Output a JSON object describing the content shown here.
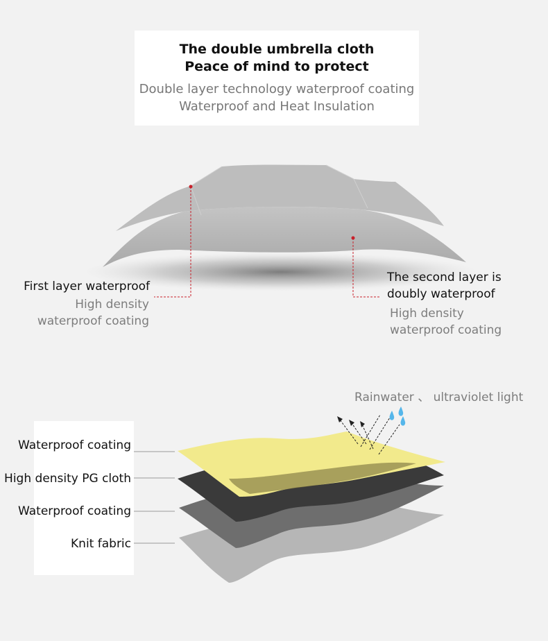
{
  "header": {
    "title_line1": "The double umbrella cloth",
    "title_line2": "Peace of mind to protect",
    "subtitle_line1": "Double layer technology waterproof coating",
    "subtitle_line2": "Waterproof and Heat Insulation"
  },
  "umbrella": {
    "first_layer": {
      "title": "First layer waterproof",
      "desc_line1": "High density",
      "desc_line2": "waterproof coating"
    },
    "second_layer": {
      "title_line1": "The second layer is",
      "title_line2": "doubly waterproof",
      "desc_line1": "High density",
      "desc_line2": "waterproof coating"
    }
  },
  "layers": {
    "rain_label": "Rainwater 、 ultraviolet light",
    "items": [
      {
        "label": "Waterproof coating",
        "color": "#f0e88a"
      },
      {
        "label": "High density PG cloth",
        "color": "#3a3a3a"
      },
      {
        "label": "Waterproof coating",
        "color": "#6f6f6f"
      },
      {
        "label": "Knit fabric",
        "color": "#b3b3b3"
      }
    ]
  },
  "colors": {
    "marker_red": "#c8202a",
    "rain_drop": "#55b6ea",
    "canopy": "#b9b9b9"
  }
}
